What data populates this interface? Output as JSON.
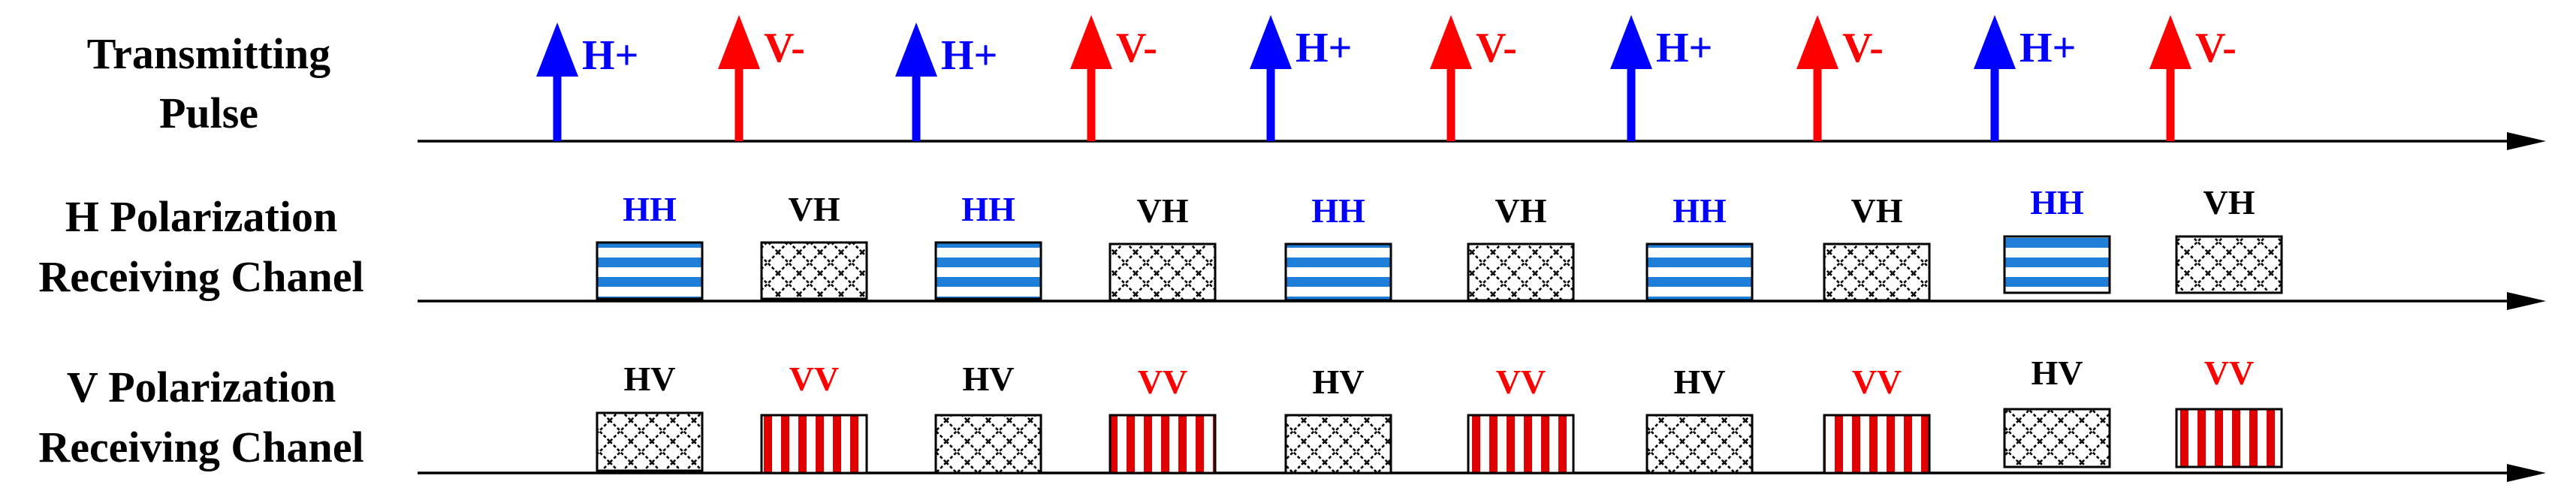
{
  "rows": [
    {
      "id": "transmit",
      "label_lines": [
        "Transmitting",
        "Pulse"
      ]
    },
    {
      "id": "h-receive",
      "label_lines": [
        "H Polarization",
        "Receiving Chanel"
      ]
    },
    {
      "id": "v-receive",
      "label_lines": [
        "V Polarization",
        "Receiving Chanel"
      ]
    }
  ],
  "pulses": [
    {
      "label": "H+",
      "pol": "H"
    },
    {
      "label": "V-",
      "pol": "V"
    },
    {
      "label": "H+",
      "pol": "H"
    },
    {
      "label": "V-",
      "pol": "V"
    },
    {
      "label": "H+",
      "pol": "H"
    },
    {
      "label": "V-",
      "pol": "V"
    },
    {
      "label": "H+",
      "pol": "H"
    },
    {
      "label": "V-",
      "pol": "V"
    },
    {
      "label": "H+",
      "pol": "H"
    },
    {
      "label": "V-",
      "pol": "V"
    }
  ],
  "h_channel": [
    {
      "label": "HH",
      "pattern": "h-stripes"
    },
    {
      "label": "VH",
      "pattern": "crosshatch"
    },
    {
      "label": "HH",
      "pattern": "h-stripes"
    },
    {
      "label": "VH",
      "pattern": "crosshatch"
    },
    {
      "label": "HH",
      "pattern": "h-stripes"
    },
    {
      "label": "VH",
      "pattern": "crosshatch"
    },
    {
      "label": "HH",
      "pattern": "h-stripes"
    },
    {
      "label": "VH",
      "pattern": "crosshatch"
    },
    {
      "label": "HH",
      "pattern": "h-stripes"
    },
    {
      "label": "VH",
      "pattern": "crosshatch"
    }
  ],
  "v_channel": [
    {
      "label": "HV",
      "pattern": "crosshatch"
    },
    {
      "label": "VV",
      "pattern": "v-stripes"
    },
    {
      "label": "HV",
      "pattern": "crosshatch"
    },
    {
      "label": "VV",
      "pattern": "v-stripes"
    },
    {
      "label": "HV",
      "pattern": "crosshatch"
    },
    {
      "label": "VV",
      "pattern": "v-stripes"
    },
    {
      "label": "HV",
      "pattern": "crosshatch"
    },
    {
      "label": "VV",
      "pattern": "v-stripes"
    },
    {
      "label": "HV",
      "pattern": "crosshatch"
    },
    {
      "label": "VV",
      "pattern": "v-stripes"
    }
  ],
  "colors": {
    "h_pol": "#0000ff",
    "v_pol": "#ff0000",
    "hh_stripe": "#1f7fd8",
    "vv_stripe": "#e00000",
    "neutral": "#000000"
  }
}
